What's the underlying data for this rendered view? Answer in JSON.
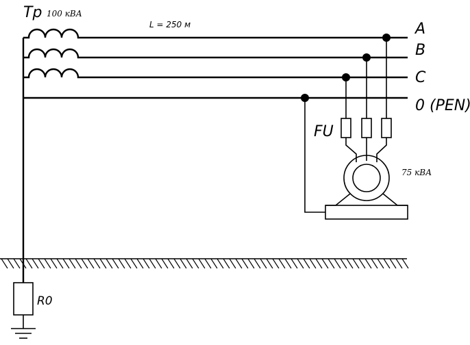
{
  "labels": {
    "transformer": "Тр",
    "transformer_power": "100 кВА",
    "line_length": "L = 250 м",
    "phase_a": "A",
    "phase_b": "B",
    "phase_c": "C",
    "neutral": "0 (PEN)",
    "fuses": "FU",
    "motor_power": "75 кВА",
    "ground_resistor": "R0"
  }
}
